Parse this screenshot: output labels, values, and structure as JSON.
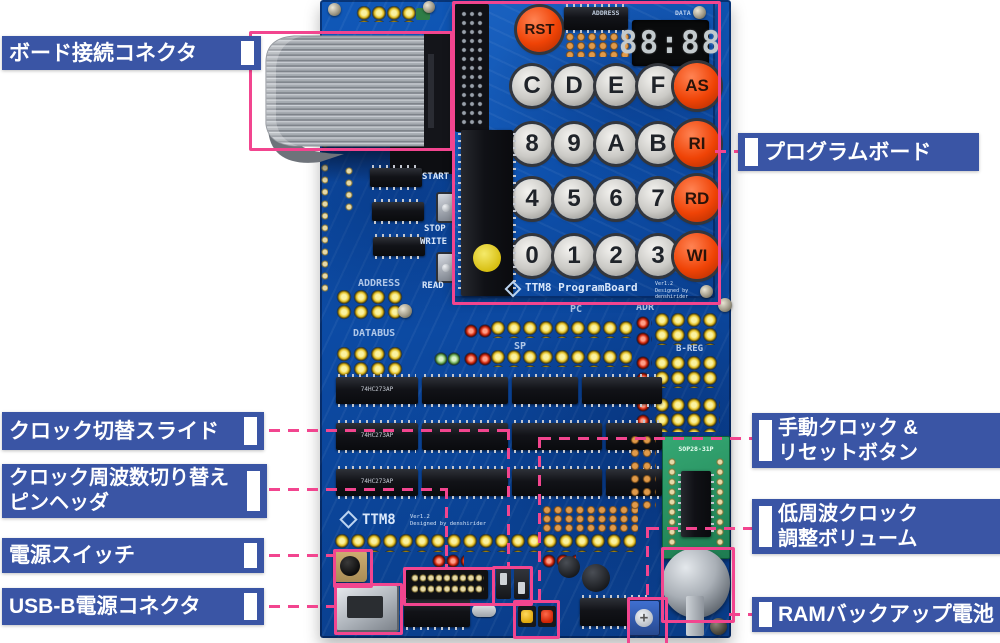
{
  "figure": {
    "background": "#ffffff",
    "accent_pink": "#f2458f",
    "label_blue": "#3a55a5"
  },
  "labels": {
    "board_connector": {
      "line1": "ボード接続コネクタ"
    },
    "program_board": {
      "line1": "プログラムボード"
    },
    "clock_slide": {
      "line1": "クロック切替スライド"
    },
    "clock_freq": {
      "line1": "クロック周波数切り替え",
      "line2": "ピンヘッダ"
    },
    "power_switch": {
      "line1": "電源スイッチ"
    },
    "usb": {
      "line1": "USB-B電源コネクタ"
    },
    "manual_clock": {
      "line1": "手動クロック &",
      "line2": "リセットボタン"
    },
    "lfo": {
      "line1": "低周波クロック",
      "line2": "調整ボリューム"
    },
    "ram_battery": {
      "line1": "RAMバックアップ電池"
    }
  },
  "program_board": {
    "reset_key": "RST",
    "display_value": "88:88",
    "silk_address": "ADDRESS",
    "silk_data": "DATA",
    "gray_keys": [
      "C",
      "D",
      "E",
      "F",
      "8",
      "9",
      "A",
      "B",
      "4",
      "5",
      "6",
      "7",
      "0",
      "1",
      "2",
      "3"
    ],
    "red_keys": [
      "AS",
      "RI",
      "RD",
      "WI"
    ],
    "title": "TTM8 ProgramBoard",
    "version": "Ver1.2",
    "credit": "Designed by denshirider"
  },
  "main_board": {
    "silk_start": "START",
    "silk_stop": "STOP",
    "silk_write": "WRITE",
    "silk_read": "READ",
    "silk_address": "ADDRESS",
    "silk_databus": "DATABUS",
    "silk_pc": "PC",
    "silk_sp": "SP",
    "silk_adr": "ADR",
    "silk_breg": "B-REG",
    "silk_title": "TTM8",
    "silk_version": "Ver1.2",
    "ic_label": "74HC273AP",
    "sub_board_label": "SOP28-31P"
  }
}
